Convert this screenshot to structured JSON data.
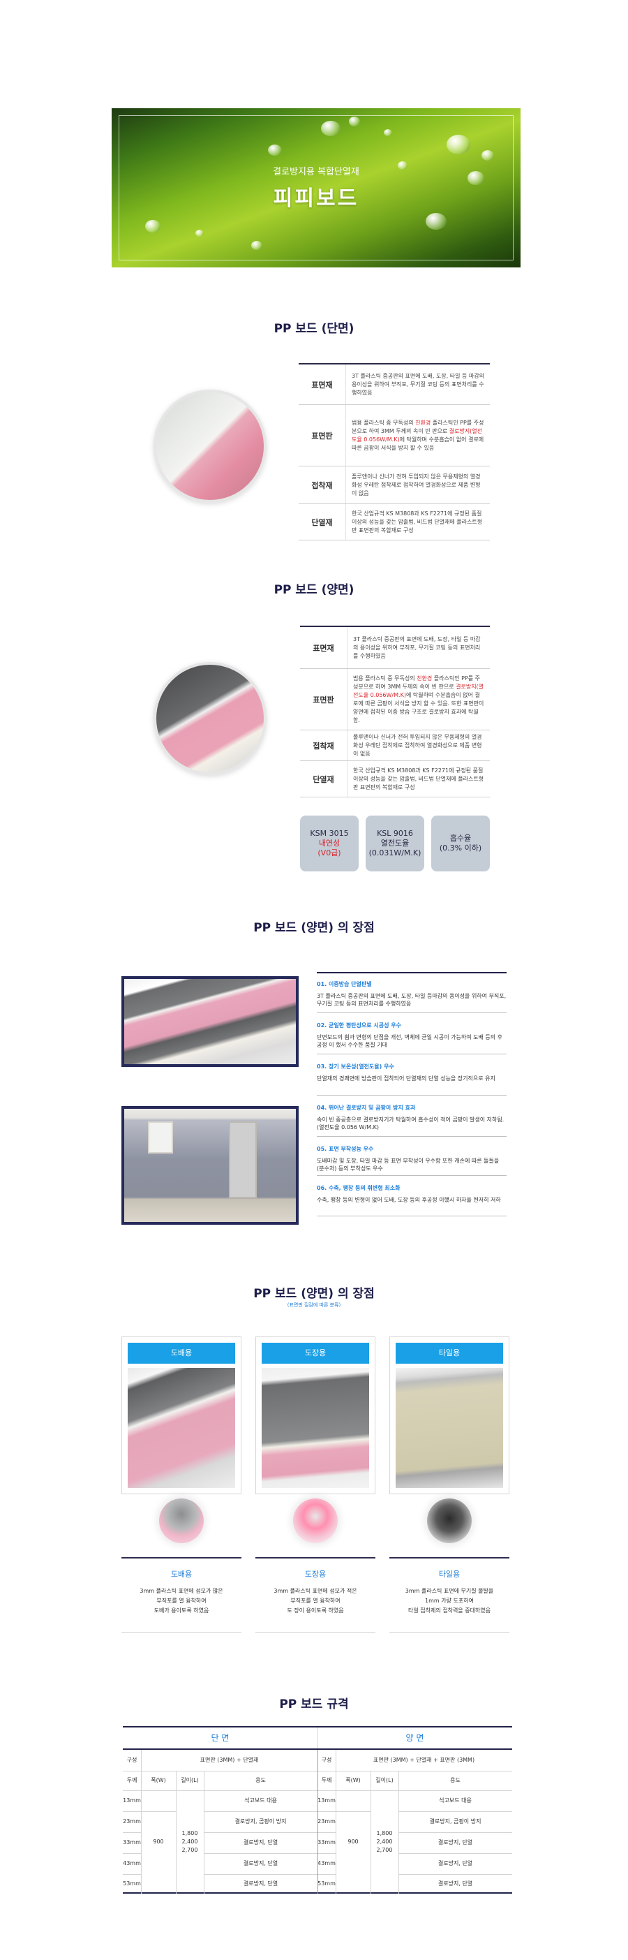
{
  "hero": {
    "subtitle": "결로방지용 복합단열재",
    "title": "피피보드"
  },
  "section1": {
    "title": "PP 보드 (단면)",
    "rows": [
      {
        "label": "표면재",
        "text": "3T 플라스틱 중공판의 표면에 도배, 도장, 타일 등 마감의 용이성을 위하여 부직포, 무기질 코팅 등의 표면처리를 수행하였음"
      },
      {
        "label": "표면판",
        "text_a": "범용 플라스틱 중 무독성의 ",
        "text_red1": "친환경",
        "text_b": " 플라스틱인 PP를 주성분으로 하여 3MM 두께의 속이 빈 판으로 ",
        "text_red2": "결로방지(열전도율 0.056W/M.K)",
        "text_c": "에 탁월하며 수분흡습이 없어 결로에 따른 곰팡이 서식을 방지 할 수 있음"
      },
      {
        "label": "접착재",
        "text": "폴루앤이나 신너가 전혀 투입되지 않은 무용제형의 열경화성 우레탄 접착제로 접착하여 열경화성으로 제품 변형이 없음"
      },
      {
        "label": "단열재",
        "text": "한국 산업규격 KS M3808과 KS F2271에 규정된 품질 이상의 성능을 갖는 압출법, 비드법 단열재에 플라스트형판 표면판의 복합재로 구성"
      }
    ]
  },
  "section2": {
    "title": "PP 보드 (양면)",
    "rows": [
      {
        "label": "표면재",
        "text": "3T 플라스틱 중공판의 표면에 도배, 도장, 타일 등 마감의 용이성을 위하여 부직포, 무기질 코팅 등의 표면처리를 수행하였음"
      },
      {
        "label": "표면판",
        "text_a": "범용 플라스틱 중 무독성의 ",
        "text_red1": "친환경",
        "text_b": " 플라스틱인 PP를 주성분으로 하여 3MM 두께의 속이 빈 판으로 ",
        "text_red2": "결로방지(열전도율 0.056W/M.K)",
        "text_c": "에 탁월하며 수분흡습이 없어 결로에 따른 곰팡이 서식을 방지 할 수 있음. 또한 표면판이 양면에 접착된 이중 방습 구조로 결로방지 효과에 탁월함."
      },
      {
        "label": "접착재",
        "text": "폴루앤이나 신너가 전혀 투입되지 않은 무용제형의 열경화성 우레탄 접착제로 접착하여 열경화성으로 제품 변형이 없음"
      },
      {
        "label": "단열재",
        "text": "한국 산업규격 KS M3808과 KS F2271에 규정된 품질 이상의 성능을 갖는 압출법, 비드법 단열재에 플라스트형판 표면판의 복합재로 구성"
      }
    ],
    "badges": [
      {
        "line1": "KSM 3015",
        "line2": "내연성",
        "line3": "(V0급)"
      },
      {
        "line1": "KSL 9016",
        "line2": "열전도율",
        "line3": "(0.031W/M.K)"
      },
      {
        "line1": "흡수율",
        "line2": "(0.3% 이하)"
      }
    ]
  },
  "section3": {
    "title": "PP 보드 (양면) 의 장점",
    "features": [
      {
        "head": "01. 이중방습 단열판넬",
        "desc": "3T 플라스틱 중공판의 표면에 도배, 도장, 타일 등마감의 용이성을 위하여 부직포, 무기질 코팅 등의 표면처리를 수행하였음"
      },
      {
        "head": "02. 균일한 평탄성으로 시공성 우수",
        "desc": "단면보드의 휨과 변형의 단점을 개선, 벽체에 균일 시공이 가능하여 도배 등의 후공정 이 했서 수수한 품질 기대"
      },
      {
        "head": "03. 장기 보온성(열전도율) 우수",
        "desc": "단열재의 경쾌면에 방습판이 접착되어 단열재의 단열 성능을 장기적으로 유지"
      },
      {
        "head": "04. 뛰어난 결로방지 및 곰팡이 방지 효과",
        "desc": "속이 빈 중공층으로 결로방지기가 탁월하여 흡수성이 적어 곰팡이 발생이 저하됨. (열전도율 0.056 W/M.K)"
      },
      {
        "head": "05. 표면 부착성능 우수",
        "desc": "도배마감 및 도장, 타일 마감 등 표면 부착성이 우수함 또한 캐손에 따른 돌들을 (분수처) 등의 부착성도 우수"
      },
      {
        "head": "06. 수축, 팽창 등의 휘변형 최소화",
        "desc": "수축, 팽창 등의 변형이 없어 도배, 도장 등의 후공정 이했시 하자율 현저히 저하"
      }
    ]
  },
  "section4": {
    "title": "PP 보드 (양면) 의 장점",
    "subtitle": "(표면판 질감에 따른 분류)",
    "products": [
      {
        "caption": "도배용",
        "name": "도배용",
        "desc1": "3mm 플라스틱 표면에 섬모가 많은",
        "desc2": "부직포를 열 융착하여",
        "desc3": "도배가 용이토록 하였음"
      },
      {
        "caption": "도장용",
        "name": "도장용",
        "desc1": "3mm 플라스틱 표면에 섬모가 적은",
        "desc2": "부직포를 열 융착하여",
        "desc3": "도 장이 용이토록 하였음"
      },
      {
        "caption": "타일용",
        "name": "타일용",
        "desc1": "3mm 플라스틱 표면에 무기질 몰탈을",
        "desc2": "1mm 가량 도포하여",
        "desc3": "타일 접착제의 접착력을 증대하였음"
      }
    ]
  },
  "section5": {
    "title": "PP 보드 규격",
    "left_header": "단 면",
    "right_header": "양 면",
    "left": {
      "r1_c1": "구성",
      "r1_c2": "표면판 (3MM) + 단열재",
      "h_thick": "두께",
      "h_width": "폭(W)",
      "h_length": "길이(L)",
      "h_use": "용도",
      "width": "900",
      "lengths": [
        "1,800",
        "2,400",
        "2,700"
      ],
      "rows": [
        {
          "thick": "13mm",
          "use": "석고보드 대용"
        },
        {
          "thick": "23mm",
          "use": "결로방지, 곰팡이 방지"
        },
        {
          "thick": "33mm",
          "use": "결로방지, 단열"
        },
        {
          "thick": "43mm",
          "use": "결로방지, 단열"
        },
        {
          "thick": "53mm",
          "use": "결로방지, 단열"
        }
      ]
    },
    "right": {
      "r1_c1": "구성",
      "r1_c2": "표면판 (3MM) + 단열재 + 표면판 (3MM)",
      "h_thick": "두께",
      "h_width": "폭(W)",
      "h_length": "길이(L)",
      "h_use": "용도",
      "width": "900",
      "lengths": [
        "1,800",
        "2,400",
        "2,700"
      ],
      "rows": [
        {
          "thick": "13mm",
          "use": "석고보드 대용"
        },
        {
          "thick": "23mm",
          "use": "결로방지, 곰팡이 방지"
        },
        {
          "thick": "33mm",
          "use": "결로방지, 단열"
        },
        {
          "thick": "43mm",
          "use": "결로방지, 단열"
        },
        {
          "thick": "53mm",
          "use": "결로방지, 단열"
        }
      ]
    }
  },
  "colors": {
    "navy": "#22224a",
    "accent_blue": "#1aa0e6",
    "red": "#d8262c",
    "badge": "#c4ccd6"
  }
}
